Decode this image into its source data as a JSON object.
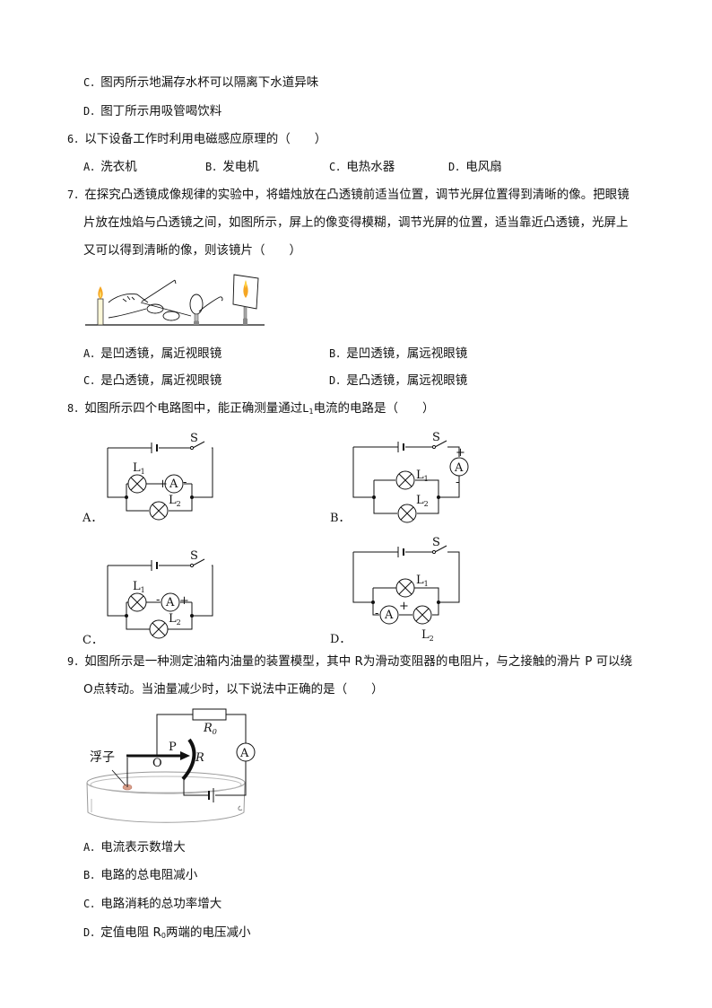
{
  "q5": {
    "options": [
      {
        "label": "C．",
        "text": "图丙所示地漏存水杯可以隔离下水道异味"
      },
      {
        "label": "D．",
        "text": "图丁所示用吸管喝饮料"
      }
    ]
  },
  "q6": {
    "number": "6．",
    "stem": "以下设备工作时利用电磁感应原理的（　　）",
    "options": [
      {
        "label": "A．",
        "text": "洗衣机"
      },
      {
        "label": "B．",
        "text": "发电机"
      },
      {
        "label": "C．",
        "text": "电热水器"
      },
      {
        "label": "D．",
        "text": "电风扇"
      }
    ]
  },
  "q7": {
    "number": "7．",
    "stem_lines": [
      "在探究凸透镜成像规律的实验中，将蜡烛放在凸透镜前适当位置，调节光屏位置得到清晰的像。把眼镜",
      "片放在烛焰与凸透镜之间，如图所示，屏上的像变得模糊，调节光屏的位置，适当靠近凸透镜，光屏上",
      "又可以得到清晰的像，则该镜片（　　）"
    ],
    "figure": "candle-glasses-lens-screen-diagram",
    "options": [
      {
        "label": "A．",
        "text": "是凹透镜，属近视眼镜"
      },
      {
        "label": "B．",
        "text": "是凹透镜，属远视眼镜"
      },
      {
        "label": "C．",
        "text": "是凸透镜，属近视眼镜"
      },
      {
        "label": "D．",
        "text": "是凸透镜，属远视眼镜"
      }
    ]
  },
  "q8": {
    "number": "8．",
    "stem_before": "如图所示四个电路图中，能正确测量通过",
    "stem_symbol": "L",
    "stem_sub": "1",
    "stem_after": "电流的电路是（　　）",
    "circuits": [
      {
        "label": "A．",
        "switch": "S",
        "lamp1": "L",
        "lamp1_sub": "1",
        "lamp2": "L",
        "lamp2_sub": "2",
        "meter": "A",
        "plus": "+",
        "minus": "-"
      },
      {
        "label": "B．",
        "switch": "S",
        "lamp1": "L",
        "lamp1_sub": "1",
        "lamp2": "L",
        "lamp2_sub": "2",
        "meter": "A",
        "plus": "+",
        "minus": "-"
      },
      {
        "label": "C．",
        "switch": "S",
        "lamp1": "L",
        "lamp1_sub": "1",
        "lamp2": "L",
        "lamp2_sub": "2",
        "meter": "A",
        "plus": "+",
        "minus": "-"
      },
      {
        "label": "D．",
        "switch": "S",
        "lamp1": "L",
        "lamp1_sub": "1",
        "lamp2": "L",
        "lamp2_sub": "2",
        "meter": "A",
        "plus": "+",
        "minus": "-"
      }
    ]
  },
  "q9": {
    "number": "9．",
    "stem_lines": [
      "如图所示是一种测定油箱内油量的装置模型，其中 R为滑动变阻器的电阻片，与之接触的滑片 P 可以绕",
      "O点转动。当油量减少时，以下说法中正确的是（　　）"
    ],
    "figure": {
      "float_label": "浮子",
      "resistor_label": "R",
      "resistor_sub": "0",
      "rheostat_label": "R",
      "slider_label": "P",
      "pivot_label": "O",
      "meter": "A"
    },
    "options": [
      {
        "label": "A．",
        "text": "电流表示数增大"
      },
      {
        "label": "B．",
        "text": "电路的总电阻减小"
      },
      {
        "label": "C．",
        "text": "电路消耗的总功率增大"
      },
      {
        "label": "D．",
        "text_before": "定值电阻 R",
        "text_sub": "0",
        "text_after": "两端的电压减小"
      }
    ]
  }
}
